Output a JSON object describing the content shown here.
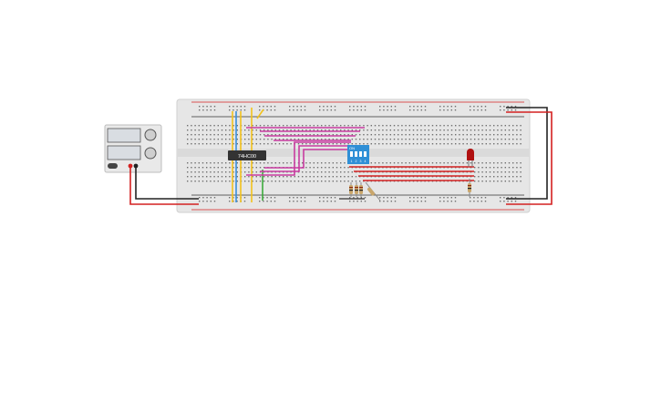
{
  "colors": {
    "breadboard": "#e6e6e6",
    "rail_red": "#d42020",
    "rail_black": "#222222",
    "hole": "#6f6f6f",
    "wire_yellow": "#f2c21b",
    "wire_blue": "#3a8fd9",
    "wire_green": "#3caa3c",
    "wire_magenta": "#c83ca0",
    "wire_red": "#d42020",
    "dip_switch": "#2f8fd6",
    "chip": "#333333",
    "led": "#b01010",
    "power_supply": "#e9e9e9"
  },
  "chip": {
    "label": "74HC00",
    "icon": "ic-chip-icon"
  },
  "dip_switch": {
    "label": "ON",
    "switch_numbers": [
      "1",
      "2",
      "3",
      "4"
    ]
  },
  "led": {
    "icon": "red-led-icon"
  },
  "power_supply": {
    "icon": "power-supply-icon"
  }
}
